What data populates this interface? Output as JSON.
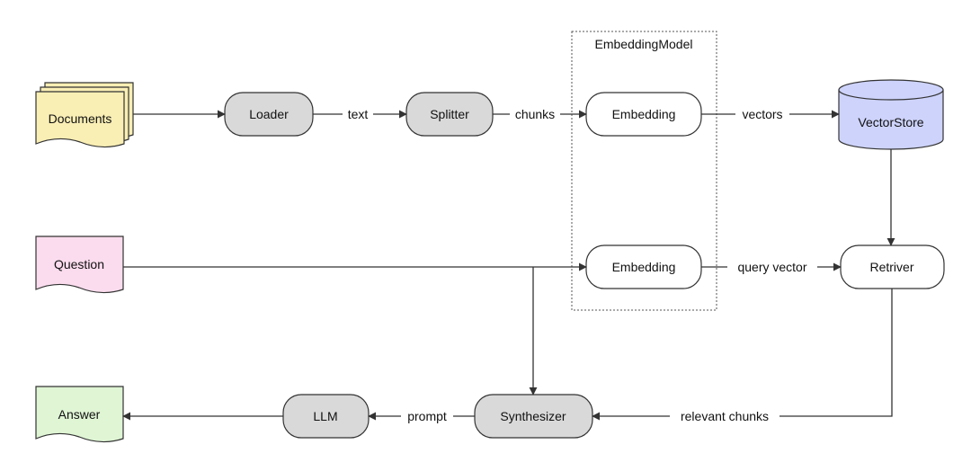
{
  "group": {
    "label": "EmbeddingModel"
  },
  "nodes": {
    "documents": {
      "label": "Documents",
      "fill": "#f9eeb4"
    },
    "loader": {
      "label": "Loader",
      "fill": "#d9d9d9"
    },
    "splitter": {
      "label": "Splitter",
      "fill": "#d9d9d9"
    },
    "embedding_top": {
      "label": "Embedding",
      "fill": "#ffffff"
    },
    "vectorstore": {
      "label": "VectorStore",
      "fill": "#cdd3fb"
    },
    "question": {
      "label": "Question",
      "fill": "#fbdcee"
    },
    "embedding_bottom": {
      "label": "Embedding",
      "fill": "#ffffff"
    },
    "retriver": {
      "label": "Retriver",
      "fill": "#ffffff"
    },
    "answer": {
      "label": "Answer",
      "fill": "#dff5d4"
    },
    "llm": {
      "label": "LLM",
      "fill": "#d9d9d9"
    },
    "synthesizer": {
      "label": "Synthesizer",
      "fill": "#d9d9d9"
    }
  },
  "edges": {
    "text": "text",
    "chunks": "chunks",
    "vectors": "vectors",
    "query_vector": "query vector",
    "relevant_chunks": "relevant chunks",
    "prompt": "prompt"
  }
}
